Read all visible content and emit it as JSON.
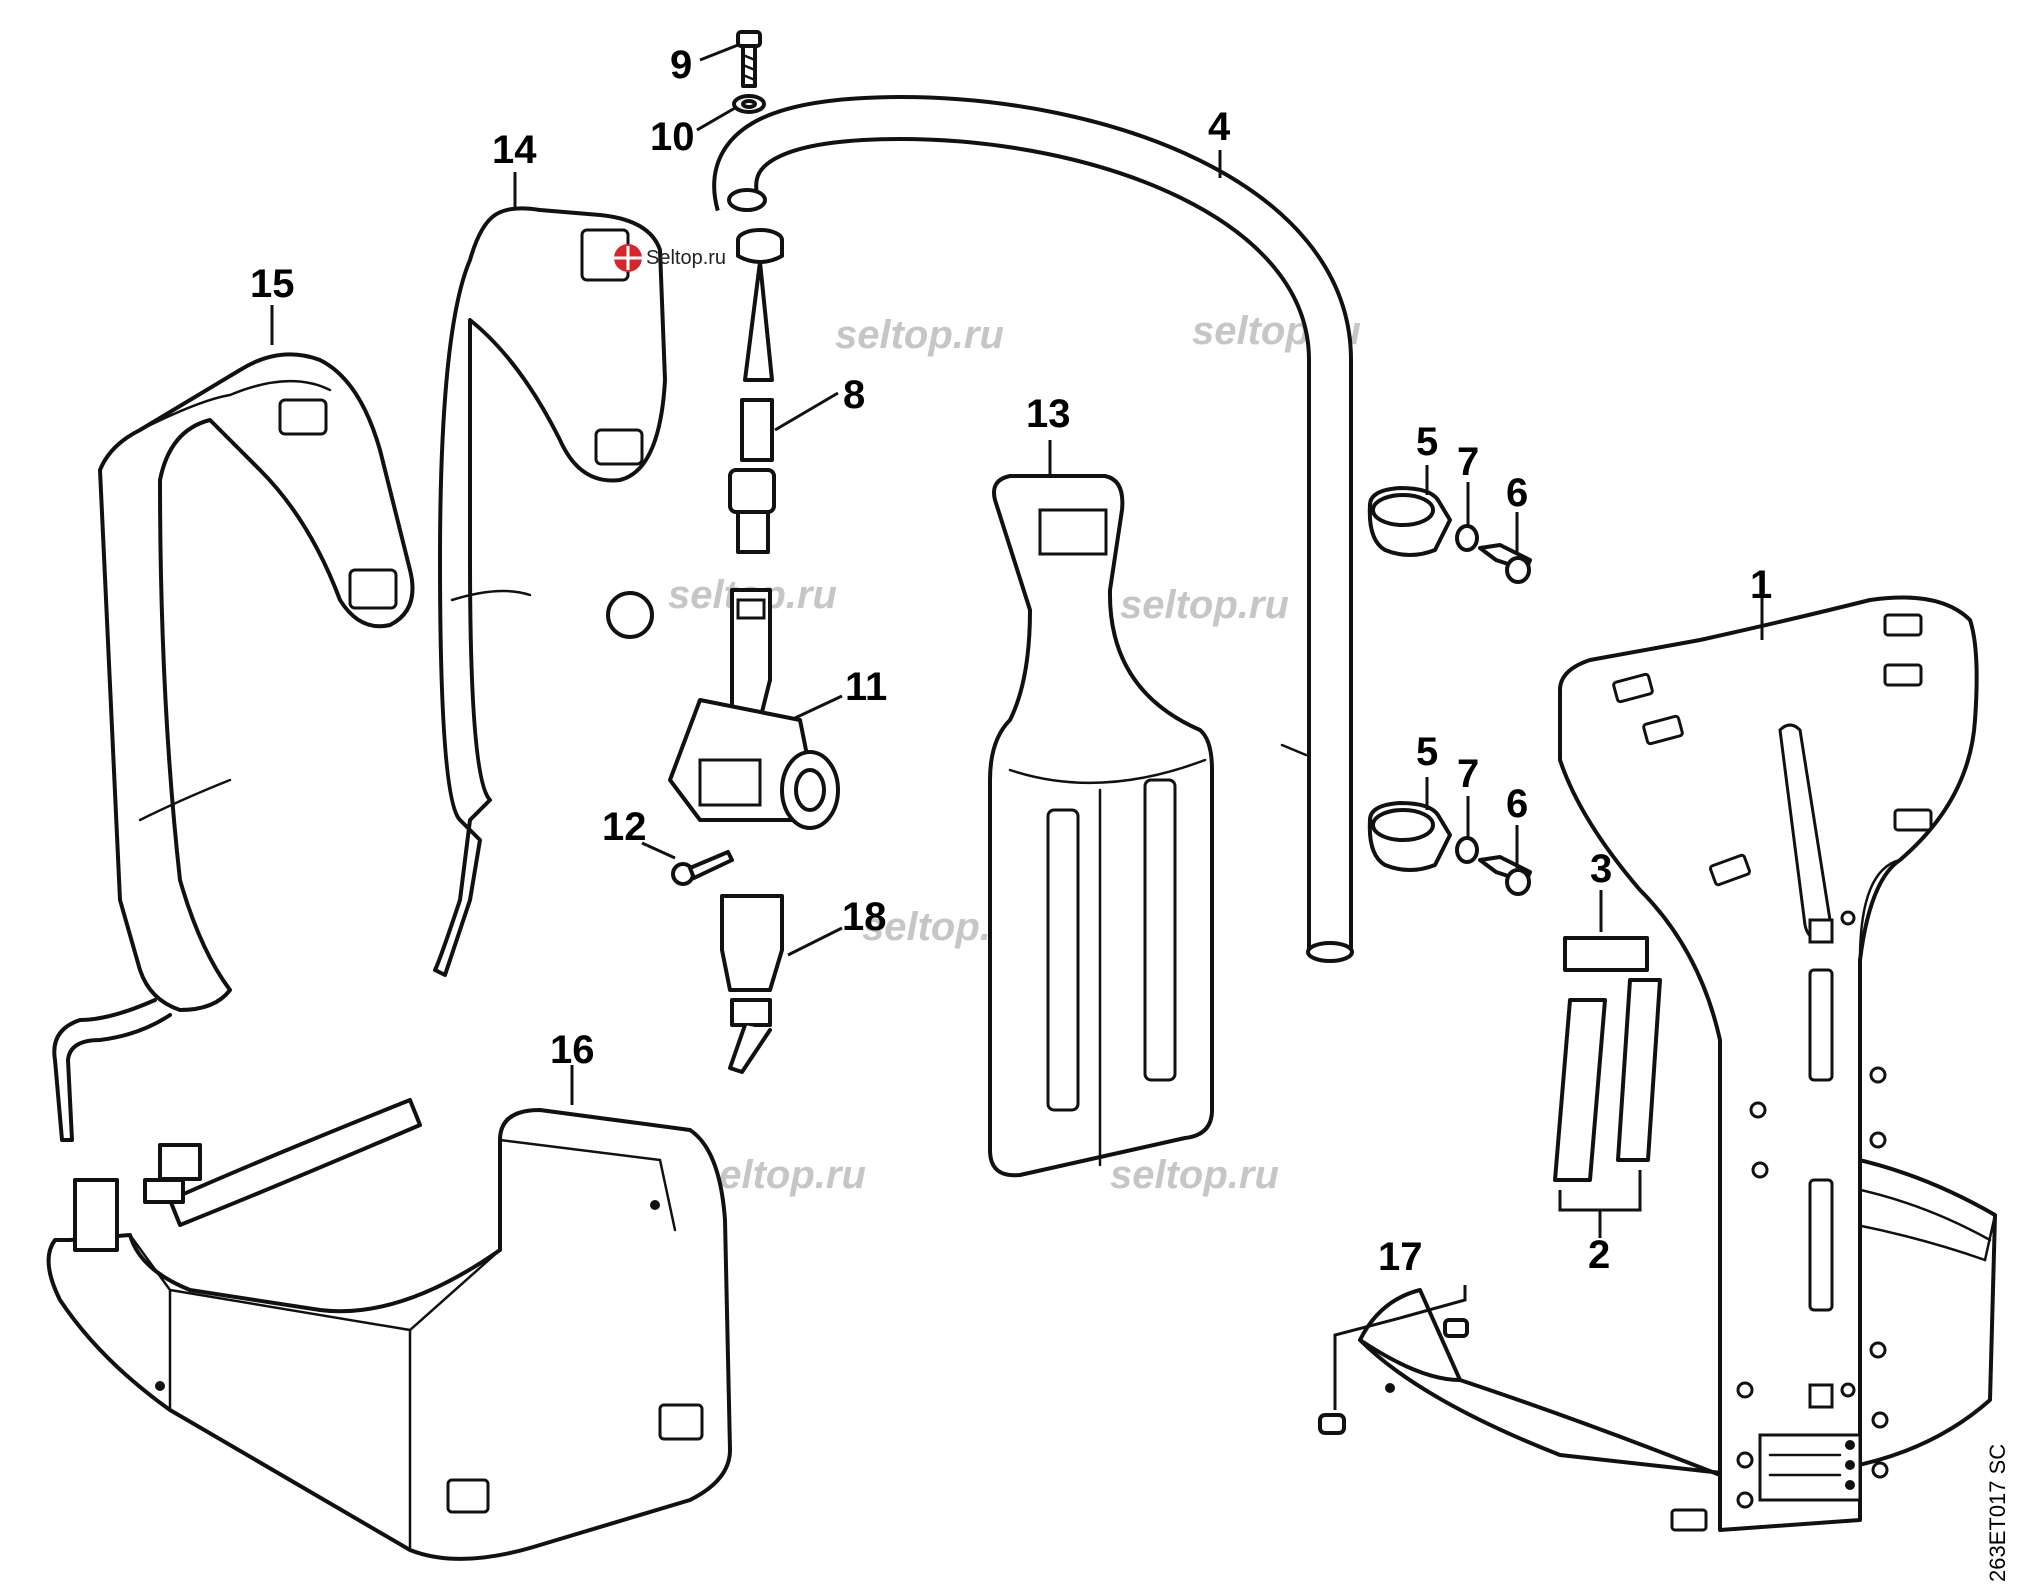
{
  "diagram": {
    "labels": {
      "p1": "1",
      "p2": "2",
      "p3": "3",
      "p4": "4",
      "p5a": "5",
      "p5b": "5",
      "p6a": "6",
      "p6b": "6",
      "p7a": "7",
      "p7b": "7",
      "p8": "8",
      "p9": "9",
      "p10": "10",
      "p11": "11",
      "p12": "12",
      "p13": "13",
      "p14": "14",
      "p15": "15",
      "p16": "16",
      "p17": "17",
      "p18": "18"
    },
    "watermarks": [
      "seltop.ru",
      "seltop.ru",
      "seltop.ru",
      "seltop.ru",
      "seltop.ru",
      "seltop.ru",
      "seltop.ru"
    ],
    "logo_text": "Seltop.ru",
    "drawing_code": "263ET017 SC"
  }
}
